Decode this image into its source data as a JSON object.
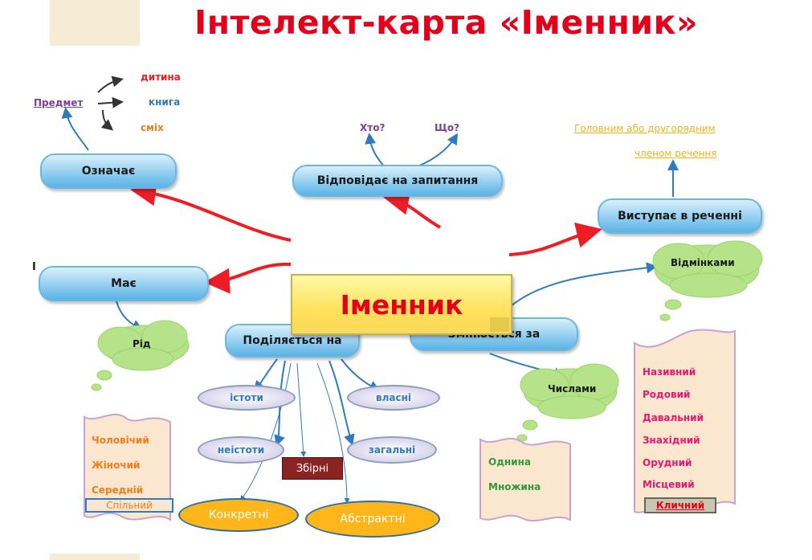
{
  "title": "Інтелект-карта «Іменник»",
  "center": "Іменник",
  "nodes": {
    "oznachaie": "Означає",
    "vidpovidaie": "Відповідає на запитання",
    "vystupaie": "Виступає в реченні",
    "maie": "Має",
    "podiliaietsia": "Поділяється на",
    "zminiuietsia": "Змінюється за"
  },
  "oznachaie_branch": {
    "predmet": "Предмет",
    "items": [
      "дитина",
      "книга",
      "сміх"
    ]
  },
  "questions": [
    "Хто?",
    "Що?"
  ],
  "member": [
    "Головним або другорядним",
    "членом речення"
  ],
  "clouds": {
    "rid": "Рід",
    "chyslamy": "Числами",
    "vidminkamy": "Відмінками"
  },
  "rid_scroll": [
    "Чоловічий",
    "Жіночий",
    "Середній"
  ],
  "rid_extra": "Спільний",
  "chyslo_scroll": [
    "Однина",
    "Множина"
  ],
  "vidminky_scroll": [
    "Називний",
    "Родовий",
    "Давальний",
    "Знахідний",
    "Орудний",
    "Місцевий"
  ],
  "vidminky_extra": "Кличний",
  "division": {
    "istoty": "істоти",
    "neistoty": "неістоти",
    "vlasni": "власні",
    "zahalni": "загальні",
    "zbirni": "Збірні",
    "konkretni": "Конкретні",
    "abstraktni": "Абстрактні"
  },
  "stray_mark": "I",
  "colors": {
    "title": "#e3001b",
    "red_arrow": "#ee1c24",
    "blue_arrow": "#2e7bbf",
    "node_fill": "#5ab3e6",
    "cloud": "#b6e38a",
    "scroll": "#fbe6cf",
    "gold": "#ffb61a",
    "magenta": "#e4196f",
    "orange": "#f07d1a",
    "green": "#2f9a3a"
  }
}
